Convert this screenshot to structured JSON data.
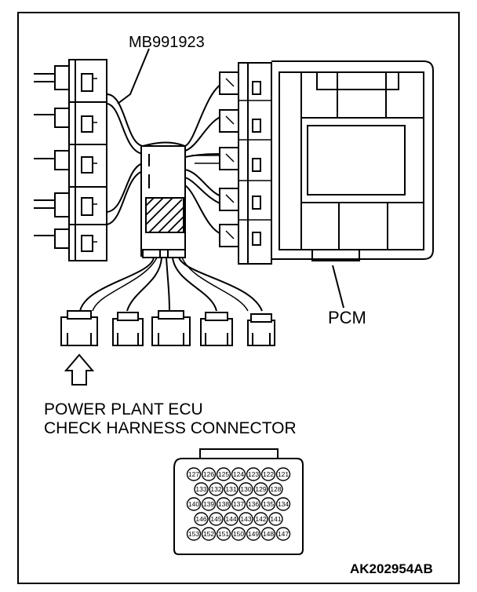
{
  "labels": {
    "tool": "MB991923",
    "pcm": "PCM",
    "ecu_line1": "POWER PLANT ECU",
    "ecu_line2": "CHECK HARNESS CONNECTOR",
    "figure_id": "AK202954AB"
  },
  "connector_pins": {
    "row1": [
      "127",
      "126",
      "125",
      "124",
      "123",
      "122",
      "121"
    ],
    "row2": [
      "133",
      "132",
      "131",
      "130",
      "129",
      "128"
    ],
    "row3": [
      "140",
      "139",
      "138",
      "137",
      "136",
      "135",
      "134"
    ],
    "row4": [
      "146",
      "145",
      "144",
      "143",
      "142",
      "141"
    ],
    "row5": [
      "153",
      "152",
      "151",
      "150",
      "149",
      "148",
      "147"
    ]
  }
}
